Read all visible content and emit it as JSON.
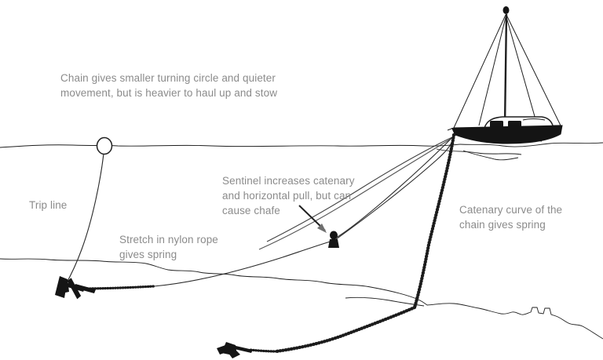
{
  "diagram": {
    "title": "Anchoring with chain, nylon rope, sentinel and trip line",
    "background_color": "#ffffff",
    "ink_color": "#1a1a1a",
    "annotation_color": "#8b8b8b"
  },
  "annotations": {
    "chain_note": "Chain gives smaller turning circle and quieter\nmovement, but is heavier to haul up and stow",
    "trip_line_label": "Trip line",
    "sentinel_note": "Sentinel increases catenary\nand horizontal pull, but can\ncause chafe",
    "stretch_note": "Stretch in nylon rope\ngives spring",
    "catenary_note": "Catenary curve of the\nchain gives spring"
  },
  "objects": {
    "sailboat": "sailboat",
    "mast": "mast",
    "forestay": "forestay",
    "backstay": "backstay",
    "shroud": "shroud",
    "hull": "hull",
    "cabin": "cabin",
    "cabin_window_left": "cabin-window",
    "cabin_window_right": "cabin-window",
    "water_surface": "water-surface-line",
    "seabed": "seabed-line",
    "trip_line_buoy": "trip-line-buoy",
    "trip_line": "trip-line",
    "anchor_rope": "anchor-nylon-rope",
    "anchor_chain_left": "anchor-chain-short",
    "anchor_left": "anchor-plough",
    "anchor_right": "anchor-plough",
    "anchor_chain_right": "anchor-chain-catenary",
    "sentinel_weight": "sentinel-weight",
    "sentinel_arrow": "arrow-pointer"
  }
}
